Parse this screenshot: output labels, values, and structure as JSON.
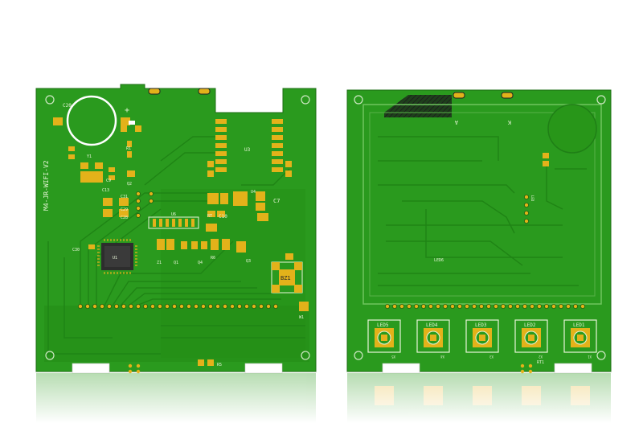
{
  "board_left": {
    "silk": {
      "board_name": "M4-JR-WIFI-V2",
      "c20": "C20",
      "plus": "+",
      "u3": "U3",
      "c10": "C10",
      "c7": "C7",
      "rt": "RT",
      "r5": "R5",
      "c9": "C9",
      "c29": "C29",
      "c28": "C28",
      "c31": "C31",
      "c13": "C13",
      "y1": "Y1",
      "r1": "R1",
      "q2": "Q2",
      "q3": "Q3",
      "q4": "Q4",
      "q1": "Q1",
      "u6": "U6",
      "r6": "R6",
      "z1": "Z1",
      "u4": "U4",
      "c30": "C30",
      "u1": "U1",
      "bz1": "BZ1",
      "w1": "W1"
    }
  },
  "board_right": {
    "silk": {
      "a": "A",
      "k": "K",
      "led6": "LED6",
      "led_labels": [
        "LED5",
        "LED4",
        "LED3",
        "LED2",
        "LED1"
      ],
      "x_labels": [
        "X5",
        "X4",
        "X3",
        "X2",
        "X1"
      ],
      "rt1": "RT1",
      "led_col": "LED"
    }
  },
  "colors": {
    "board_green": "#2a9a1e",
    "board_dark": "#1f7f16",
    "pad_gold": "#e3b21a",
    "trace": "#248a18",
    "silkscreen": "#e8f5d8",
    "background": "#ffffff"
  }
}
